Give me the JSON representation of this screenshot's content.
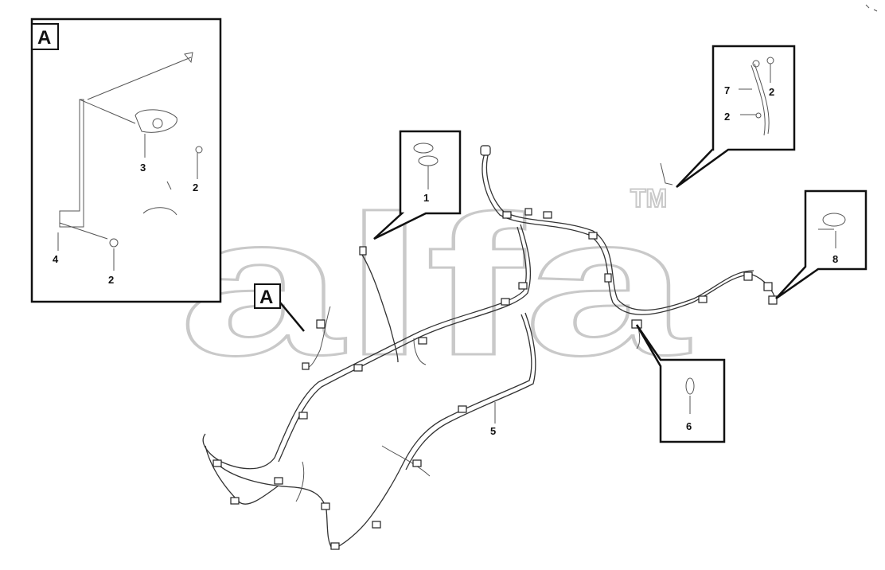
{
  "watermark": {
    "text": "alfa",
    "tm": "TM"
  },
  "detail_a": {
    "letter": "A",
    "callouts": {
      "c3": "3",
      "c2a": "2",
      "c4": "4",
      "c2b": "2"
    }
  },
  "callout_1": {
    "number": "1"
  },
  "callout_top_right": {
    "c7": "7",
    "c2a": "2",
    "c2b": "2"
  },
  "callout_8": {
    "number": "8"
  },
  "callout_6": {
    "number": "6"
  },
  "main_view": {
    "pointer_a": "A",
    "hose_label": "5"
  },
  "colors": {
    "line": "#111111",
    "watermark": "#c9c9c9",
    "background": "#ffffff"
  }
}
